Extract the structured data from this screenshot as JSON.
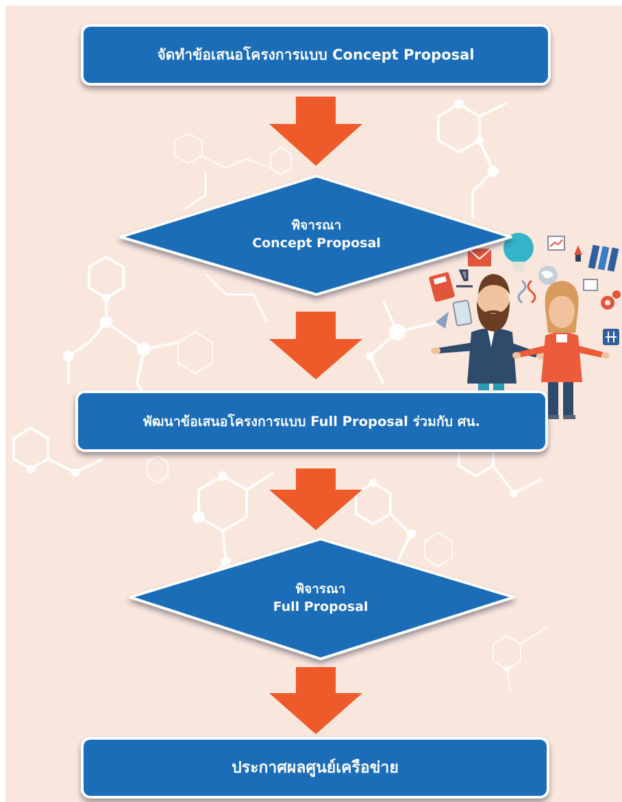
{
  "steps": {
    "step1": "จัดทำข้อเสนอโครงการแบบ Concept Proposal",
    "decision1_line1": "พิจารณา",
    "decision1_line2": "Concept Proposal",
    "step2": "พัฒนาข้อเสนอโครงการแบบ Full Proposal ร่วมกับ ศน.",
    "decision2_line1": "พิจารณา",
    "decision2_line2": "Full Proposal",
    "step3": "ประกาศผลศูนย์เครือข่าย"
  },
  "colors": {
    "background": "#f9e7de",
    "node_fill": "#1c6db8",
    "node_border": "#ffffff",
    "arrow": "#ee5a2a",
    "molecule": "#ffffff"
  },
  "illustration": {
    "people": [
      "bearded-man",
      "woman"
    ],
    "icons": [
      "envelope-icon",
      "lightbulb-icon",
      "chart-icon",
      "binders-icon",
      "rocket-icon",
      "calculator-icon",
      "microscope-icon",
      "dna-icon",
      "globe-icon",
      "gear-icon",
      "tablet-icon",
      "ruler-icon",
      "grid-icon"
    ]
  }
}
